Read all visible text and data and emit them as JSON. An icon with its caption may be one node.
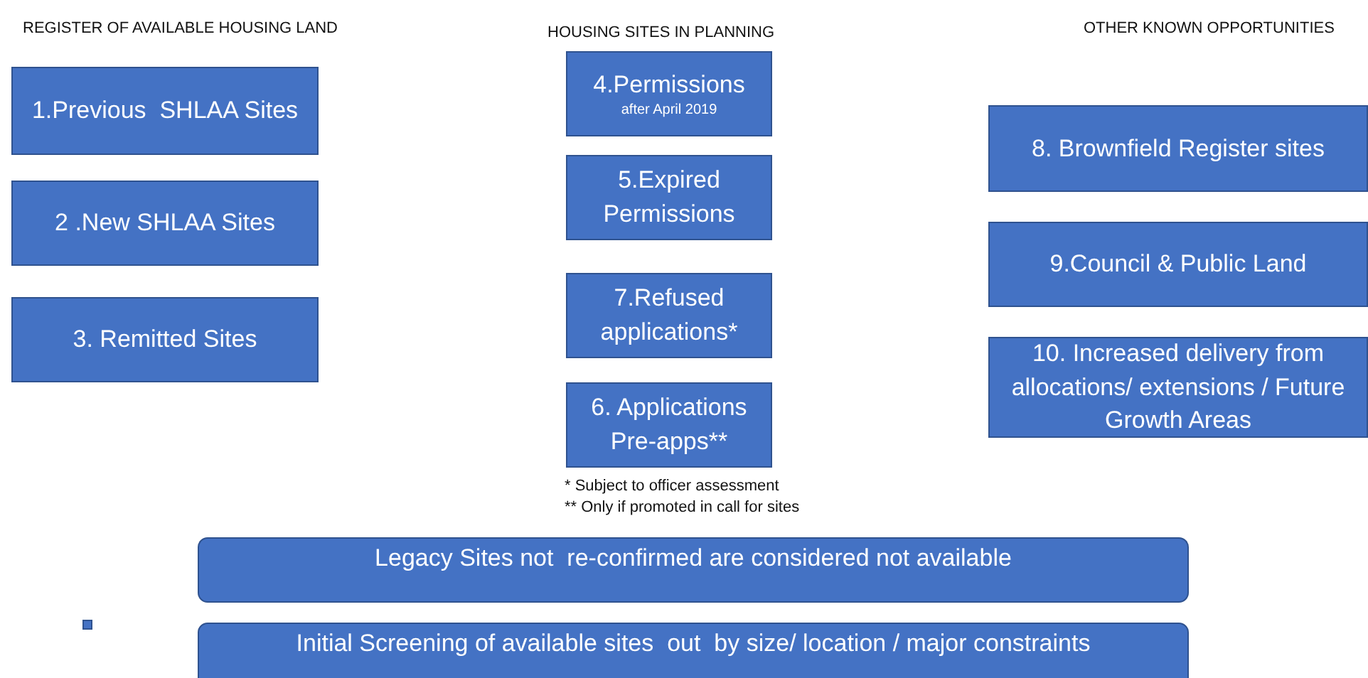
{
  "diagram": {
    "nodes": [
      {
        "text": [
          "1.Previous  SHLAA Sites"
        ]
      },
      {
        "text": [
          "2 .New SHLAA Sites"
        ]
      },
      {
        "text": [
          "3. Remitted Sites"
        ]
      },
      {
        "text": [
          "4.Permissions",
          "after April 2019"
        ]
      },
      {
        "text": [
          "5.Expired Permissions"
        ]
      },
      {
        "text": [
          "7.Refused applications*"
        ]
      },
      {
        "text": [
          "6. Applications Pre-apps**"
        ]
      },
      {
        "text": [
          "8. Brownfield Register sites"
        ]
      },
      {
        "text": [
          "9.Council & Public Land"
        ]
      },
      {
        "text": [
          "10. Increased delivery from allocations/ extensions / Future Growth Areas"
        ]
      },
      {
        "text": [
          "Legacy Sites not  re-confirmed are considered not available"
        ]
      },
      {
        "text": [
          "Initial Screening of available sites  out  by size/ location / major constraints"
        ]
      }
    ],
    "labels": [
      "REGISTER OF AVAILABLE HOUSING LAND",
      "HOUSING SITES IN PLANNING",
      "OTHER KNOWN OPPORTUNITIES",
      "* Subject to officer assessment",
      "** Only if promoted in call for sites"
    ]
  }
}
